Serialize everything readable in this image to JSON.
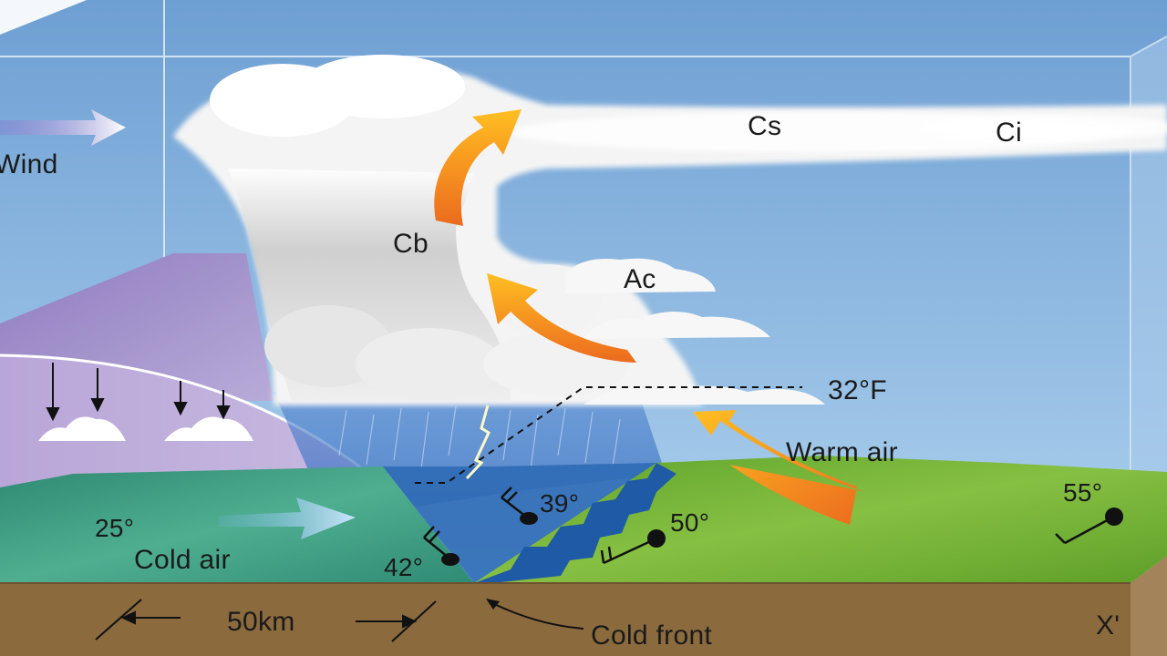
{
  "labels": {
    "wind": "Wind",
    "cs": "Cs",
    "ci": "Ci",
    "cb": "Cb",
    "ac": "Ac",
    "freezing_line": "32°F",
    "warm_air": "Warm air",
    "cold_air": "Cold air",
    "cold_front": "Cold front",
    "distance": "50km",
    "cross_section_end": "X'"
  },
  "stations": {
    "t25": "25°",
    "t42": "42°",
    "t39": "39°",
    "t50": "50°",
    "t55": "55°"
  },
  "colors": {
    "sky_top": "#6e9fd3",
    "sky_bottom": "#b6d8f1",
    "cold_air_mass": "#a493cc",
    "cold_ground": "#3f9e84",
    "warm_ground": "#6fae2e",
    "soil": "#8b6a3e",
    "front_blue": "#1f5aa6",
    "arrow_orange": "#f07a1e",
    "arrow_yellow": "#ffc021"
  }
}
